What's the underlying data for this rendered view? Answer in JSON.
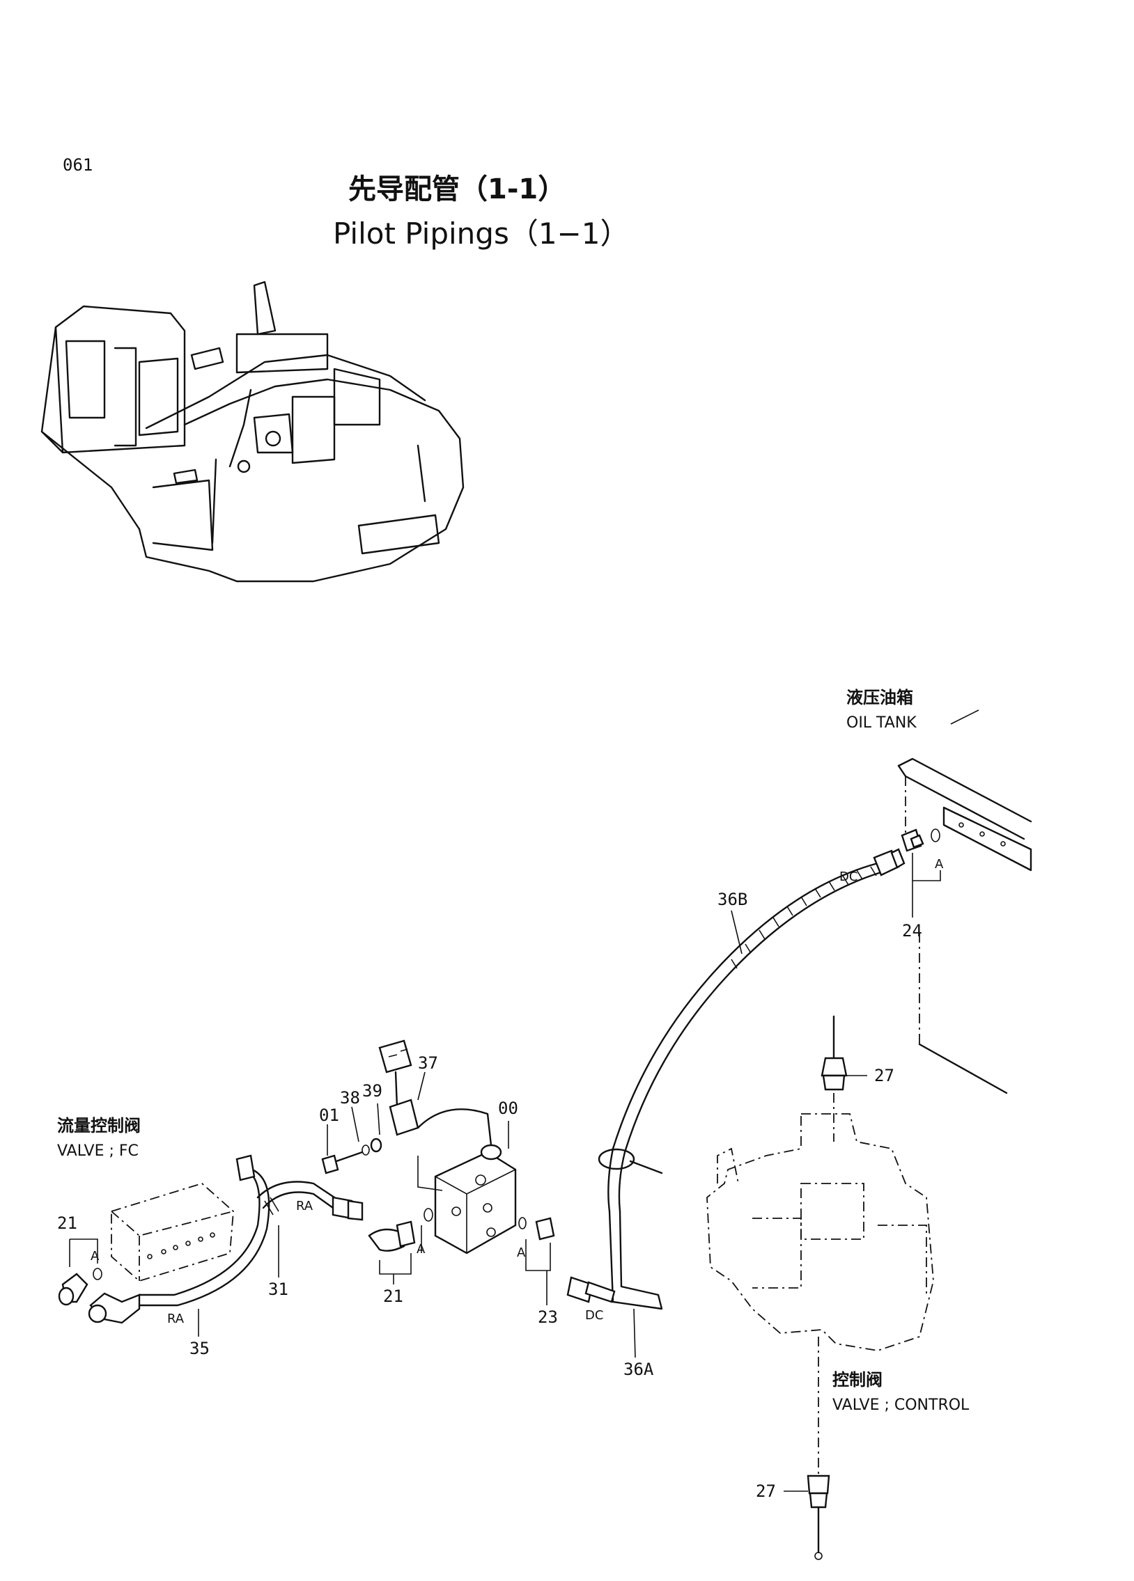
{
  "page": {
    "number": "061",
    "title_cn": "先导配管（1-1）",
    "title_en": "Pilot Pipings（1−1）"
  },
  "components": {
    "oil_tank": {
      "cn": "液压油箱",
      "en": "OIL TANK"
    },
    "valve_fc": {
      "cn": "流量控制阀",
      "en": "VALVE ; FC"
    },
    "valve_control": {
      "cn": "控制阀",
      "en": "VALVE ; CONTROL"
    }
  },
  "callouts": {
    "p00": "00",
    "p01": "01",
    "p21a": "21",
    "p21b": "21",
    "p23": "23",
    "p24": "24",
    "p27a": "27",
    "p27b": "27",
    "p31": "31",
    "p35": "35",
    "p36a": "36A",
    "p36b": "36B",
    "p37": "37",
    "p38": "38",
    "p39": "39"
  },
  "markers": {
    "a1": "A",
    "a2": "A",
    "a3": "A",
    "a4": "A",
    "ra1": "RA",
    "ra2": "RA",
    "dc1": "DC",
    "dc2": "DC"
  }
}
